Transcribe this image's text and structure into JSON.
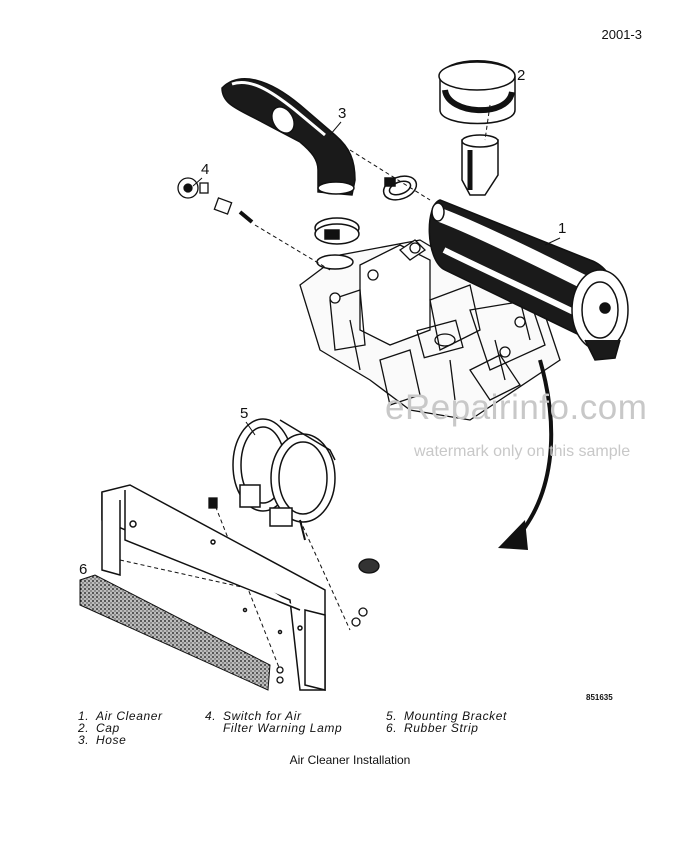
{
  "page": {
    "number": "2001-3"
  },
  "watermark": {
    "main": "eRepairinfo.com",
    "sub": "watermark only on this sample"
  },
  "figure": {
    "code": "851635",
    "caption": "Air Cleaner Installation",
    "callouts": [
      "1",
      "2",
      "3",
      "4",
      "5",
      "6"
    ]
  },
  "legend": {
    "col1": [
      {
        "num": "1.",
        "text": "Air Cleaner"
      },
      {
        "num": "2.",
        "text": "Cap"
      },
      {
        "num": "3.",
        "text": "Hose"
      }
    ],
    "col2": [
      {
        "num": "4.",
        "text": "Switch for Air",
        "cont": "Filter Warning Lamp"
      }
    ],
    "col3": [
      {
        "num": "5.",
        "text": "Mounting Bracket"
      },
      {
        "num": "6.",
        "text": "Rubber Strip"
      }
    ]
  }
}
